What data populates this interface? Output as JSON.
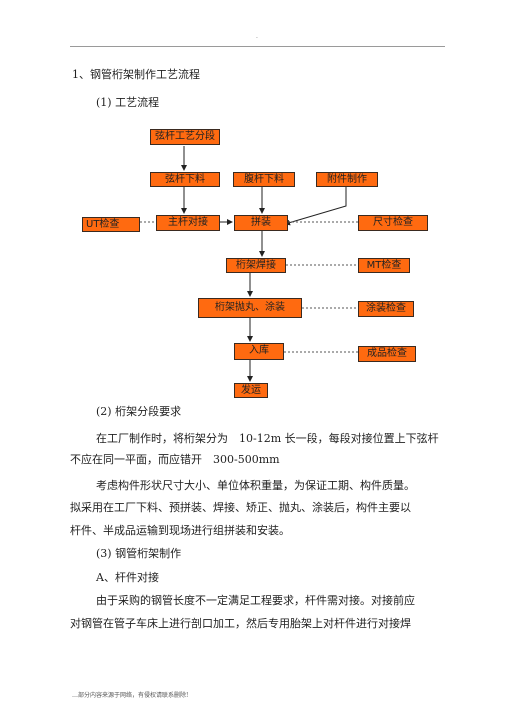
{
  "header": {
    "dot": "."
  },
  "heading1": "1、钢管桁架制作工艺流程",
  "heading2": "(1) 工艺流程",
  "flow": {
    "b1": "弦杆工艺分段",
    "b2": "弦杆下料",
    "b3": "腹杆下料",
    "b4": "附件制作",
    "b5": "UT检查",
    "b6": "主杆对接",
    "b7": "拼装",
    "b8": "尺寸检查",
    "b9": "桁架焊接",
    "b10": "MT检查",
    "b11": "桁架抛丸、涂装",
    "b12": "涂装检查",
    "b13": "入库",
    "b14": "成品检查",
    "b15": "发运"
  },
  "sec2_title": "(2) 桁架分段要求",
  "p1_l1": "在工厂制作时，将桁架分为　10-12m 长一段，每段对接位置上下弦杆",
  "p1_l2": "不应在同一平面，而应错开　300-500mm",
  "p2_l1": "考虑构件形状尺寸大小、单位体积重量，为保证工期、构件质量。",
  "p2_l2": "拟采用在工厂下料、预拼装、焊接、矫正、抛丸、涂装后，构件主要以",
  "p2_l3": "杆件、半成品运输到现场进行组拼装和安装。",
  "sec3_title": "(3) 钢管桁架制作",
  "secA_title": "A、杆件对接",
  "p3_l1": "由于采购的钢管长度不一定满足工程要求，杆件需对接。对接前应",
  "p3_l2": "对钢管在管子车床上进行剖口加工，然后专用胎架上对杆件进行对接焊",
  "footer": "…部分内容来源于网络，有侵权请联系删除!"
}
